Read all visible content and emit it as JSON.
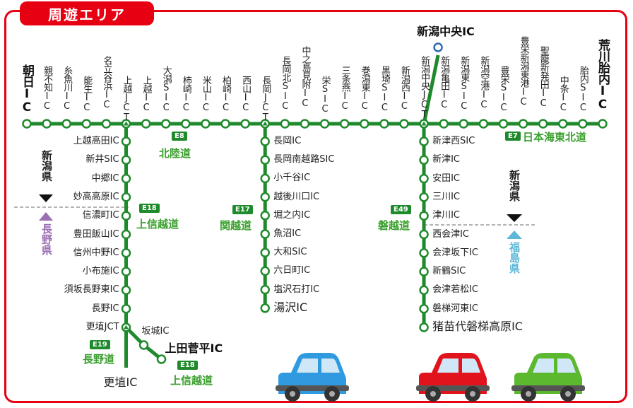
{
  "title": "周遊エリア",
  "colors": {
    "frame": "#e60012",
    "road": "#1f8a2c",
    "road_text": "#3a9f2d",
    "niigata": "#222222",
    "nagano": "#9b6fb3",
    "fukushima": "#5cb7d8"
  },
  "main_stations": [
    "朝日IC",
    "親不知IC",
    "糸魚川IC",
    "能生IC",
    "名立谷浜IC",
    "上越JCT",
    "上越IC",
    "大潟SIC",
    "柿崎IC",
    "米山IC",
    "柏崎IC",
    "西山IC",
    "長岡JCT",
    "長岡北SIC",
    "中之島見附IC",
    "栄SIC",
    "三条燕IC",
    "巻潟東IC",
    "黒埼SIC",
    "新潟西IC",
    "新潟中央JCT",
    "新潟亀田IC",
    "新潟東SIC",
    "新潟空港IC",
    "豊栄SIC",
    "豊栄新潟東港IC",
    "聖籠新発田IC",
    "中条IC",
    "胎内SIC",
    "荒川胎内IC"
  ],
  "branch_top": "新潟中央IC",
  "joshinetsu": [
    "上越高田IC",
    "新井SIC",
    "中郷IC",
    "妙高高原IC",
    "信濃町IC",
    "豊田飯山IC",
    "信州中野IC",
    "小布施IC",
    "須坂長野東IC",
    "長野IC",
    "更埴JCT"
  ],
  "nagano_end": "更埴IC",
  "joshinetsu_branch": [
    "坂城IC",
    "上田菅平IC"
  ],
  "kanetsu": [
    "長岡IC",
    "長岡南越路SIC",
    "小千谷IC",
    "越後川口IC",
    "堀之内IC",
    "魚沼IC",
    "大和SIC",
    "六日町IC",
    "塩沢石打IC",
    "湯沢IC"
  ],
  "banetsu": [
    "新津西SIC",
    "新津IC",
    "安田IC",
    "三川IC",
    "津川IC",
    "西会津IC",
    "会津坂下IC",
    "新鶴SIC",
    "会津若松IC",
    "磐梯河東IC",
    "猪苗代磐梯高原IC"
  ],
  "roads": [
    {
      "code": "E8",
      "name": "北陸道"
    },
    {
      "code": "E7",
      "name": "日本海東北道"
    },
    {
      "code": "E18",
      "name": "上信越道"
    },
    {
      "code": "E17",
      "name": "関越道"
    },
    {
      "code": "E49",
      "name": "磐越道"
    },
    {
      "code": "E19",
      "name": "長野道"
    },
    {
      "code": "E18",
      "name": "上信越道"
    }
  ],
  "prefectures": {
    "niigata_west": "新潟県",
    "nagano": "長野県",
    "niigata_east": "新潟県",
    "fukushima": "福島県"
  },
  "cars": [
    {
      "color": "#2f9ae0"
    },
    {
      "color": "#e1141e"
    },
    {
      "color": "#5cb82e"
    }
  ]
}
